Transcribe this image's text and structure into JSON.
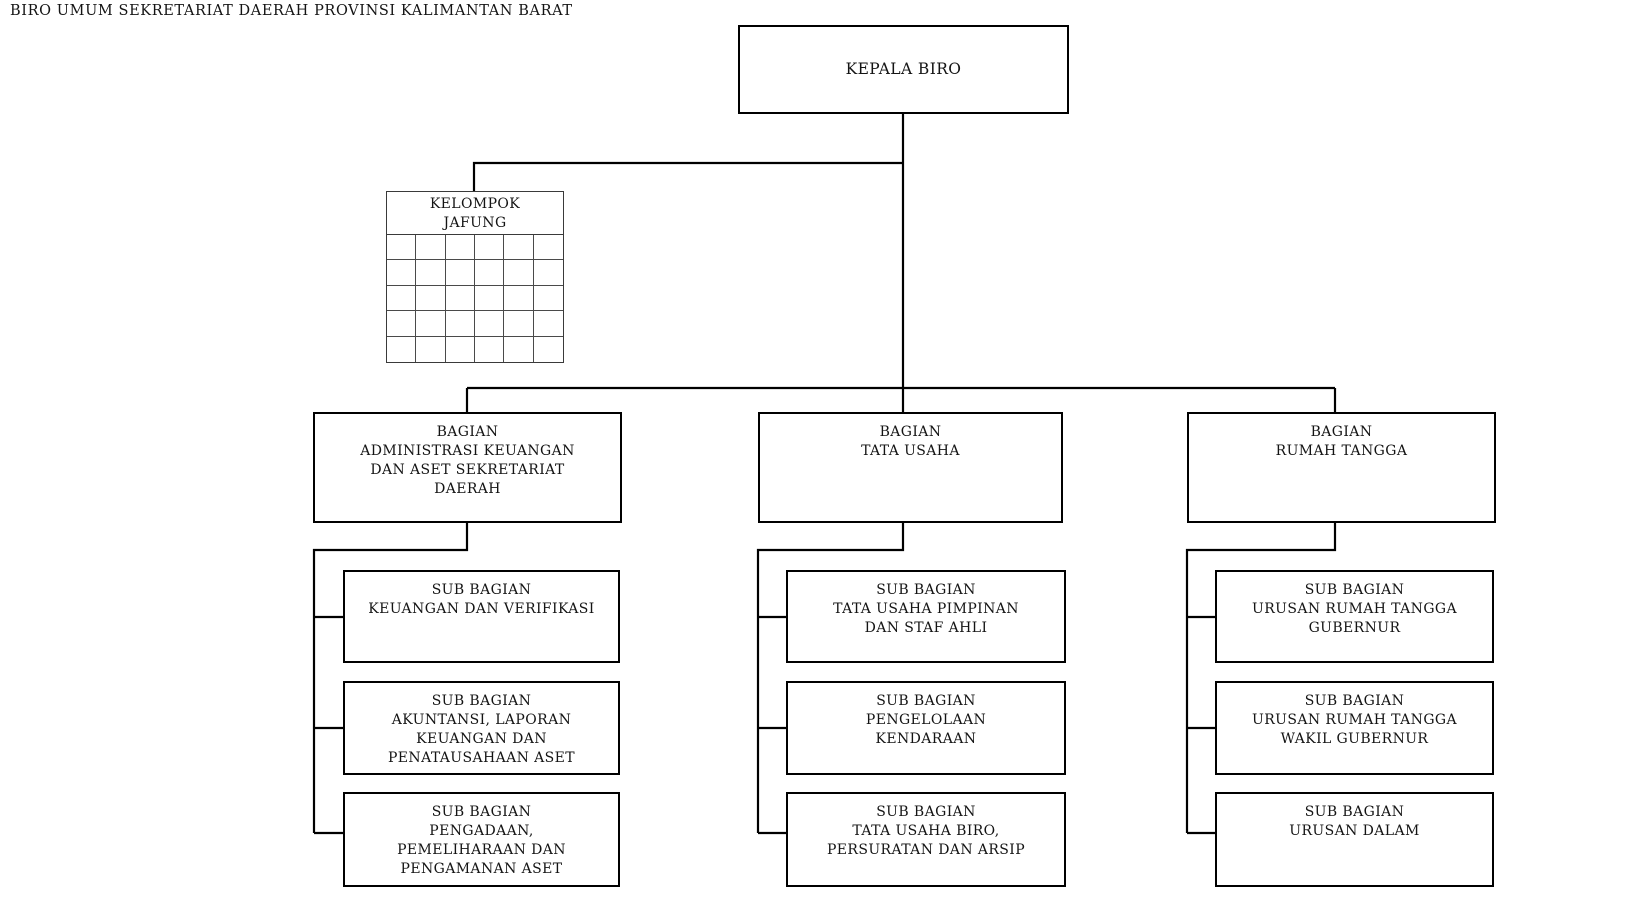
{
  "title": "BIRO UMUM SEKRETARIAT DAERAH PROVINSI KALIMANTAN BARAT",
  "colors": {
    "background": "#ffffff",
    "line": "#000000",
    "text": "#141414"
  },
  "org_chart": {
    "head": {
      "label": "KEPALA BIRO"
    },
    "functional_group": {
      "label": "KELOMPOK\nJAFUNG",
      "grid_rows": 5,
      "grid_cols": 6
    },
    "divisions": [
      {
        "label": "BAGIAN\nADMINISTRASI KEUANGAN\nDAN ASET SEKRETARIAT\nDAERAH",
        "subdivisions": [
          {
            "label": "SUB BAGIAN\nKEUANGAN DAN VERIFIKASI"
          },
          {
            "label": "SUB BAGIAN\nAKUNTANSI, LAPORAN\nKEUANGAN DAN\nPENATAUSAHAAN ASET"
          },
          {
            "label": "SUB BAGIAN\nPENGADAAN,\nPEMELIHARAAN DAN\nPENGAMANAN ASET"
          }
        ]
      },
      {
        "label": "BAGIAN\nTATA USAHA",
        "subdivisions": [
          {
            "label": "SUB BAGIAN\nTATA USAHA PIMPINAN\nDAN STAF AHLI"
          },
          {
            "label": "SUB BAGIAN\nPENGELOLAAN\nKENDARAAN"
          },
          {
            "label": "SUB BAGIAN\nTATA USAHA BIRO,\nPERSURATAN DAN ARSIP"
          }
        ]
      },
      {
        "label": "BAGIAN\nRUMAH TANGGA",
        "subdivisions": [
          {
            "label": "SUB BAGIAN\nURUSAN RUMAH TANGGA\nGUBERNUR"
          },
          {
            "label": "SUB BAGIAN\nURUSAN RUMAH TANGGA\nWAKIL GUBERNUR"
          },
          {
            "label": "SUB BAGIAN\nURUSAN DALAM"
          }
        ]
      }
    ]
  }
}
